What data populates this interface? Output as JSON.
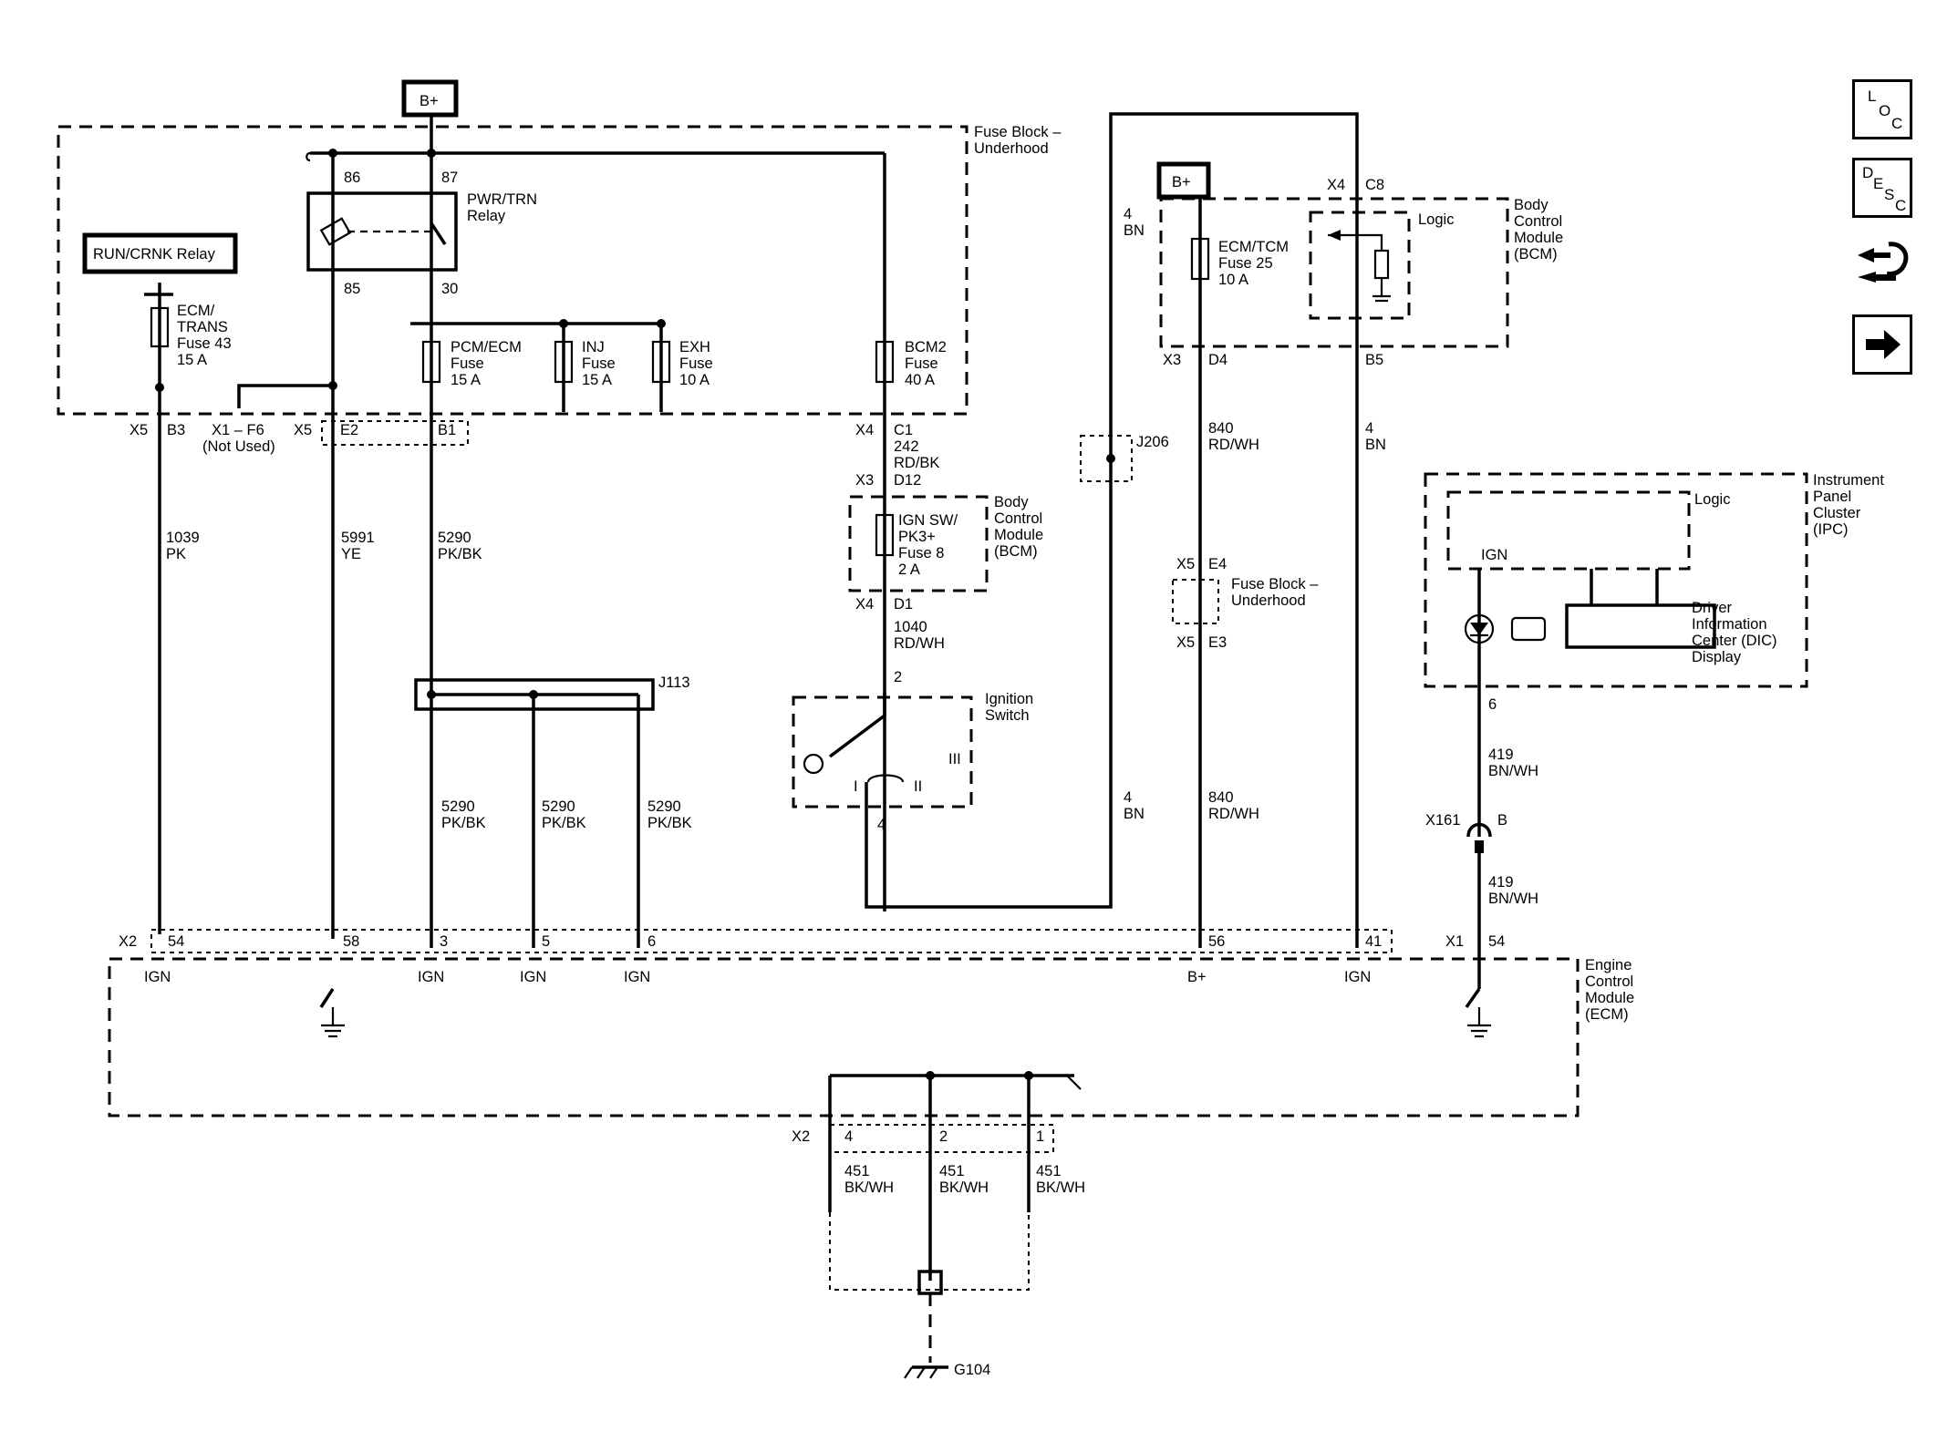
{
  "nav": {
    "loc": {
      "l1": "L",
      "l2": "O",
      "l3": "C"
    },
    "desc": {
      "l1": "D",
      "l2": "E",
      "l3": "S",
      "l4": "C"
    },
    "tools_icon": "connector-tools-icon",
    "next_icon": "right-arrow-icon"
  },
  "battery": {
    "top_left": "B+",
    "top_right": "B+"
  },
  "fuse_block": {
    "title": "Fuse Block –",
    "title2": "Underhood"
  },
  "relays": {
    "run_crnk": "RUN/CRNK Relay",
    "pwr_trn": "PWR/TRN",
    "pwr_trn2": "Relay",
    "pin86": "86",
    "pin87": "87",
    "pin85": "85",
    "pin30": "30"
  },
  "fuses": {
    "ecm_trans": [
      "ECM/",
      "TRANS",
      "Fuse 43",
      "15 A"
    ],
    "pcm_ecm": [
      "PCM/ECM",
      "Fuse",
      "15 A"
    ],
    "inj": [
      "INJ",
      "Fuse",
      "15 A"
    ],
    "exh": [
      "EXH",
      "Fuse",
      "10 A"
    ],
    "bcm2": [
      "BCM2",
      "Fuse",
      "40 A"
    ],
    "ign_sw": [
      "IGN SW/",
      "PK3+",
      "Fuse 8",
      "2 A"
    ],
    "ecm_tcm": [
      "ECM/TCM",
      "Fuse 25",
      "10 A"
    ]
  },
  "connectors": {
    "x5": "X5",
    "b3": "B3",
    "x1_f6": "X1 – F6",
    "not_used": "(Not Used)",
    "x5b": "X5",
    "e2": "E2",
    "b1": "B1",
    "x4": "X4",
    "c1": "C1",
    "x3": "X3",
    "d12": "D12",
    "x4b": "X4",
    "d1": "D1",
    "x4c": "X4",
    "c8": "C8",
    "x3b": "X3",
    "d4": "D4",
    "b5": "B5",
    "x5c": "X5",
    "e4": "E4",
    "x5d": "X5",
    "e3": "E3",
    "x161": "X161",
    "b": "B",
    "x2": "X2",
    "x1": "X1",
    "x2b": "X2",
    "j206": "J206",
    "j113": "J113",
    "g104": "G104"
  },
  "wires": {
    "w1039": [
      "1039",
      "PK"
    ],
    "w5991": [
      "5991",
      "YE"
    ],
    "w5290a": [
      "5290",
      "PK/BK"
    ],
    "w242": [
      "242",
      "RD/BK"
    ],
    "w1040": [
      "1040",
      "RD/WH"
    ],
    "w4bn_a": [
      "4",
      "BN"
    ],
    "w840a": [
      "840",
      "RD/WH"
    ],
    "w4bn_b": [
      "4",
      "BN"
    ],
    "w5290b": [
      "5290",
      "PK/BK"
    ],
    "w5290c": [
      "5290",
      "PK/BK"
    ],
    "w5290d": [
      "5290",
      "PK/BK"
    ],
    "w4bn_c": [
      "4",
      "BN"
    ],
    "w840b": [
      "840",
      "RD/WH"
    ],
    "w419a": [
      "419",
      "BN/WH"
    ],
    "w419b": [
      "419",
      "BN/WH"
    ],
    "w451a": [
      "451",
      "BK/WH"
    ],
    "w451b": [
      "451",
      "BK/WH"
    ],
    "w451c": [
      "451",
      "BK/WH"
    ]
  },
  "bcm": {
    "title": [
      "Body",
      "Control",
      "Module",
      "(BCM)"
    ],
    "logic": "Logic"
  },
  "bcm2": {
    "title": [
      "Body",
      "Control",
      "Module",
      "(BCM)"
    ]
  },
  "fuse_block2": {
    "title": "Fuse Block –",
    "title2": "Underhood"
  },
  "ignition": {
    "title": [
      "Ignition",
      "Switch"
    ],
    "pin2": "2",
    "pin4": "4",
    "pos1": "I",
    "pos2": "II",
    "pos3": "III"
  },
  "ipc": {
    "title": [
      "Instrument",
      "Panel",
      "Cluster",
      "(IPC)"
    ],
    "logic": "Logic",
    "ign": "IGN",
    "dic": [
      "Driver",
      "Information",
      "Center (DIC)",
      "Display"
    ],
    "pin6": "6"
  },
  "ecm": {
    "title": [
      "Engine",
      "Control",
      "Module",
      "(ECM)"
    ],
    "pins": {
      "p54": "54",
      "p58": "58",
      "p3": "3",
      "p5": "5",
      "p6": "6",
      "p56": "56",
      "p41": "41",
      "p54b": "54"
    },
    "labels": {
      "ign1": "IGN",
      "ign2": "IGN",
      "ign3": "IGN",
      "ign4": "IGN",
      "bplus": "B+",
      "ign5": "IGN"
    },
    "ground_pins": {
      "p4": "4",
      "p2": "2",
      "p1": "1"
    }
  }
}
